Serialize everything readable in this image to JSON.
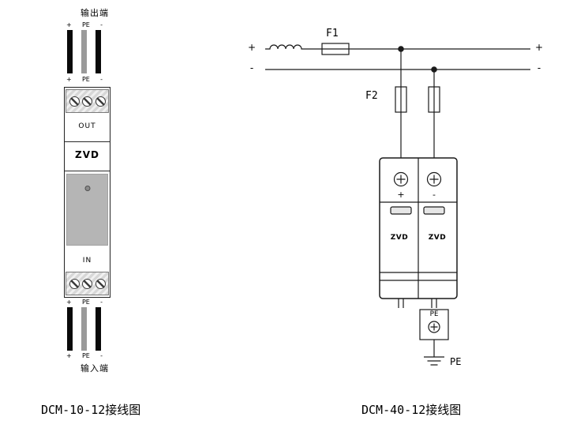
{
  "left": {
    "caption": "DCM-10-12接线图",
    "output_end_label": "输出端",
    "input_end_label": "输入端",
    "polarity": {
      "plus": "+",
      "pe": "PE",
      "minus": "-"
    },
    "module": {
      "out": "OUT",
      "brand": "ZVD",
      "in": "IN"
    }
  },
  "right": {
    "caption": "DCM-40-12接线图",
    "fuse1_label": "F1",
    "fuse2_label": "F2",
    "bus": {
      "plus_left": "+",
      "plus_right": "+",
      "minus_left": "-",
      "minus_right": "-"
    },
    "module": {
      "plus": "+",
      "minus": "-",
      "zvd_left": "ZVD",
      "zvd_right": "ZVD",
      "pe": "PE"
    },
    "ground_label": "PE"
  },
  "colors": {
    "wire_black": "#0a0a0a",
    "wire_gray": "#9a9a9a",
    "module_gray": "#b5b5b5"
  }
}
